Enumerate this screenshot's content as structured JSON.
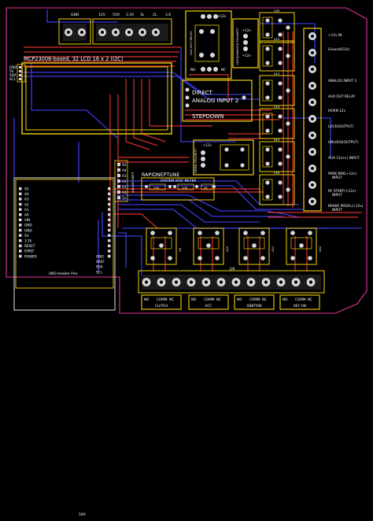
{
  "board": {
    "colors": {
      "background": "#000000",
      "outline": "#e0349a",
      "silkscreen": "#f2d10b",
      "copper_front": "#d93030",
      "copper_back": "#3a3adf",
      "pad": "#d8d8d8",
      "text": "#ffffff"
    },
    "bottom_label": "50A"
  },
  "top_terminals": {
    "labels": [
      "GND",
      "12V",
      "5V0",
      "3.3V",
      "3L",
      "2L",
      "3.6"
    ]
  },
  "lcd": {
    "title": "MCP23008-based, 32 LCD 16 x 2 (I2C)",
    "pins": [
      "GND",
      "5V",
      "SDA",
      "SCL"
    ]
  },
  "relay_left": {
    "side_label": "AUX OUT RELAY",
    "top_label": "+12v",
    "pin_no": "NO",
    "pin_nc": "NC"
  },
  "relay_lock": {
    "side_label": "LOCK/UNLOCK POLARITY",
    "top_label": "+12v",
    "bottom_label": "+12v"
  },
  "direct_block": {
    "line1": "DIRECT",
    "line2": "ANALOG INPUT 2",
    "line3": "STEPDOWN"
  },
  "horn": {
    "label": "HORN POLARITY",
    "top_label": "+12v"
  },
  "analog_header": {
    "pins": [
      "A5",
      "A4",
      "A3",
      "A2",
      "A1",
      "A0",
      "5v"
    ],
    "side_label": "ANALOG INPUT"
  },
  "rapidneptune": {
    "title": "RAPIDNEPTUNE",
    "subtitle": "SYSTEM VOLT METER",
    "resistors": [
      "10K",
      "10K",
      "5K"
    ]
  },
  "uno": {
    "label": "UNO Header Pins",
    "left_pins": [
      "A5",
      "A4",
      "A3",
      "A2",
      "A1",
      "A0",
      "VIN",
      "GND",
      "GND",
      "5V",
      "3.3V",
      "RESET",
      "IOREF",
      "POWER"
    ],
    "right_pins": [
      "GND",
      "AREF",
      "SDA",
      "SCL"
    ]
  },
  "right_connector": {
    "labels": [
      "+12v IN",
      "Ground(12v)",
      "ANALOG INPUT 2",
      "AUX OUT RELAY",
      "HORN 12v",
      "LOCK(OUTPUT)",
      "UNLOCK(OUTPUT)",
      "AUX 12v(+) INPUT",
      "PARK BRK(+12v) INPUT",
      "RF START(+12v) INPUT",
      "BRAKE PEDAL(+12v) INPUT"
    ],
    "relay_tags": [
      "U39",
      "U19",
      "U13",
      "U14",
      "U15",
      "U16"
    ]
  },
  "bottom_relays": {
    "tags": [
      "U9",
      "U10",
      "U11",
      "U12"
    ]
  },
  "bottom_terminal": {
    "label": "J26"
  },
  "bottom_groups": [
    {
      "pins": [
        "NO",
        "COMM",
        "NC"
      ],
      "name": "CLUTCH"
    },
    {
      "pins": [
        "NO",
        "COMM",
        "NC"
      ],
      "name": "ACC"
    },
    {
      "pins": [
        "NO",
        "COMM",
        "NC"
      ],
      "name": "IGNITION"
    },
    {
      "pins": [
        "NO",
        "COMM",
        "NC"
      ],
      "name": "KEY ON"
    }
  ]
}
